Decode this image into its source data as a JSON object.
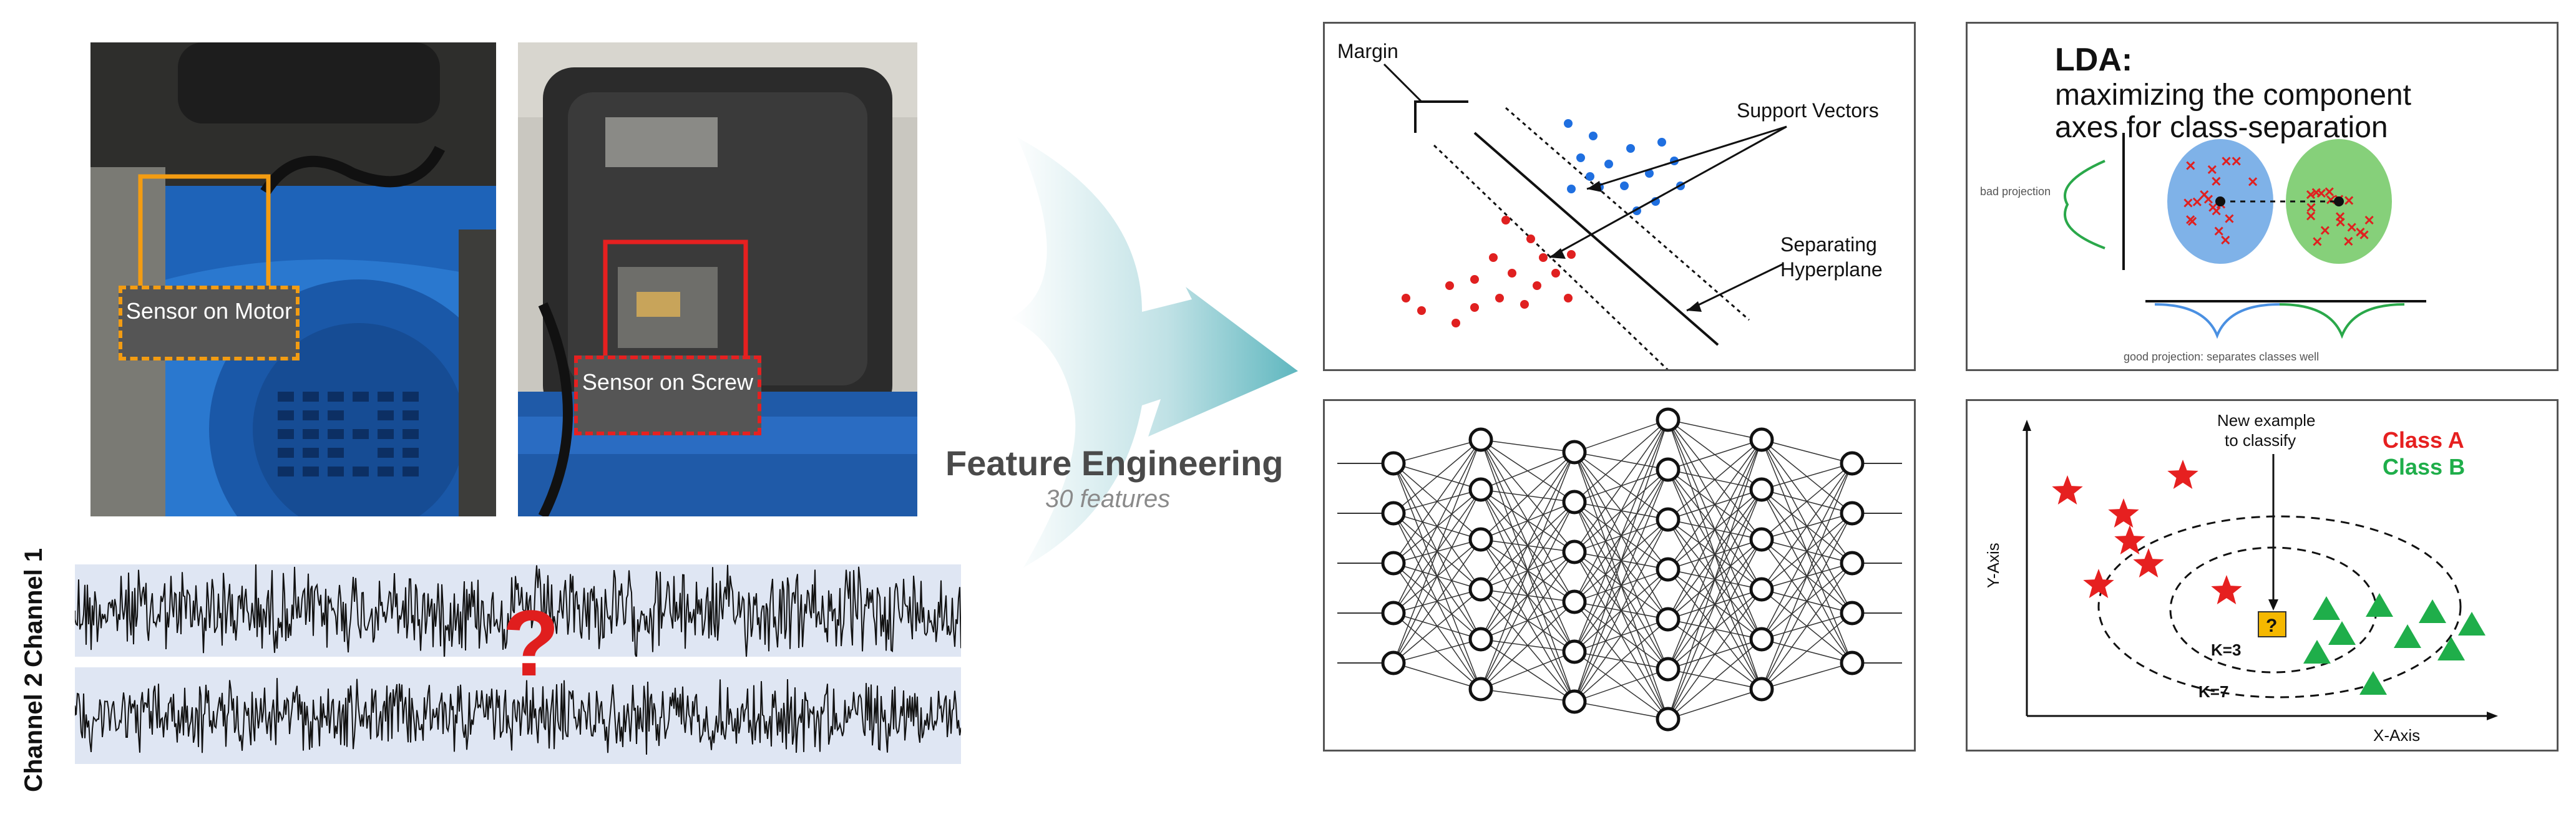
{
  "photos": {
    "motor_sensor_label": "Sensor on Motor",
    "screw_sensor_label": "Sensor on Screw"
  },
  "signals": {
    "channel1_label": "Channel 1",
    "channel2_label": "Channel 2",
    "question_mark": "?"
  },
  "feature_engineering": {
    "title": "Feature Engineering",
    "subtitle": "30 features"
  },
  "svm": {
    "margin_label": "Margin",
    "support_vectors_label": "Support Vectors",
    "separating_label_1": "Separating",
    "separating_label_2": "Hyperplane"
  },
  "lda": {
    "title": "LDA:",
    "line1": "maximizing the component",
    "line2": "axes for class-separation",
    "bad_projection": "bad projection",
    "good_projection": "good projection: separates classes well"
  },
  "knn": {
    "new_example_1": "New example",
    "new_example_2": "to classify",
    "class_a": "Class A",
    "class_b": "Class B",
    "k3": "K=3",
    "k7": "K=7",
    "x_axis": "X-Axis",
    "y_axis": "Y-Axis",
    "query": "?"
  },
  "colors": {
    "class_red": "#e02020",
    "class_green": "#19a34a",
    "svm_blue": "#1f6fe0",
    "arrow_teal": "#5fb7bf",
    "orange_box": "#f39c12"
  }
}
